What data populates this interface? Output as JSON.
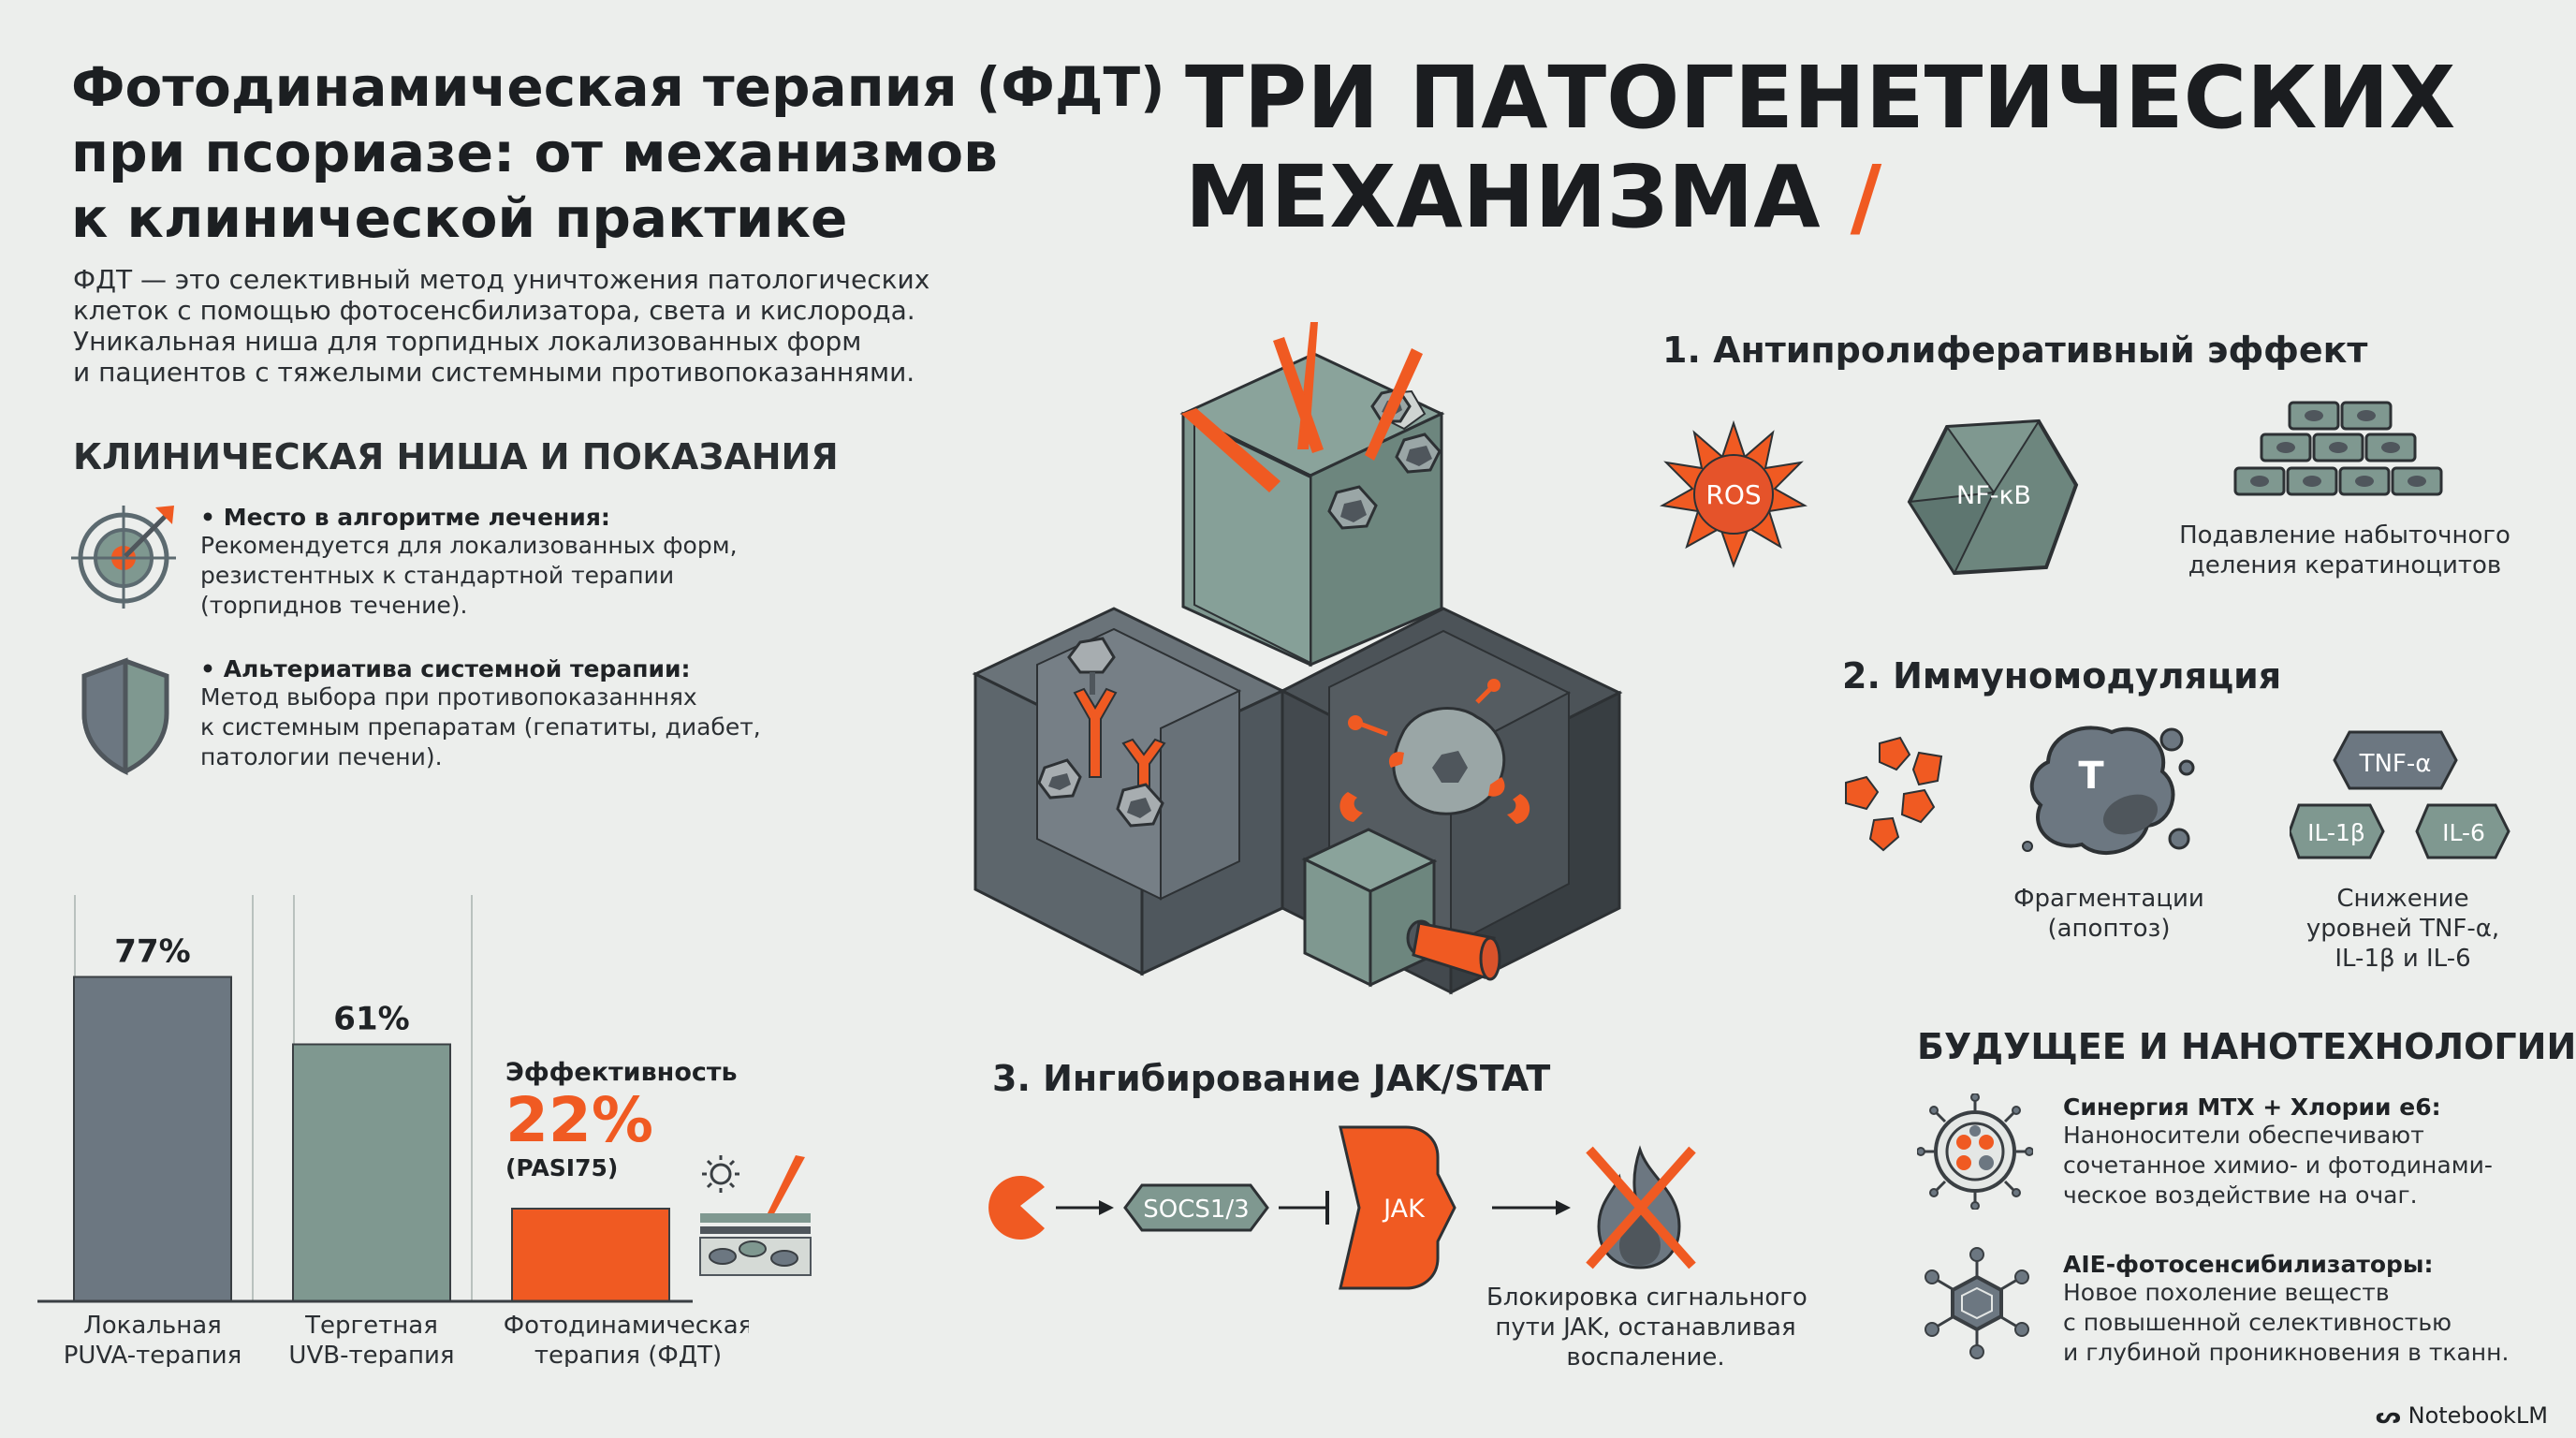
{
  "header": {
    "title_lines": [
      "Фотодинамическая терапия (ФДТ)",
      "при псориазе: от механизмов",
      "к клинической практике"
    ],
    "intro_lines": [
      "ФДТ — это селективный метод уничтожения патологических",
      "клеток с помощью фотосенсбилизатора, света и кислорода.",
      "Уникальная ниша для торпидных локализованных форм",
      "и пациентов с тяжелыми системными противопоказаннями."
    ]
  },
  "clinical": {
    "heading": "КЛИНИЧЕСКАЯ НИША И ПОКАЗАНИЯ",
    "items": [
      {
        "icon": "target-icon",
        "title": "Место в алгоритме лечения:",
        "body": [
          "Рекомендуется для локализованных форм,",
          "резистентных к стандартной терапии",
          "(торпиднов течение)."
        ]
      },
      {
        "icon": "shield-icon",
        "title": "Альтериатива системной терапии:",
        "body": [
          "Метод выбора при противопоказанннях",
          "к системным препаратам (гепатиты, диабет,",
          "патологии печени)."
        ]
      }
    ]
  },
  "chart_data": {
    "type": "bar",
    "categories": [
      "Локальная PUVA-терапия",
      "Тергетная UVB-терапия",
      "Фотодинамическая терапия (ФДТ)"
    ],
    "category_lines": [
      [
        "Локальная",
        "PUVA-терапия"
      ],
      [
        "Тергетная",
        "UVB-терапия"
      ],
      [
        "Фотодинамическая",
        "терапия (ФДТ)"
      ]
    ],
    "values": [
      77,
      61,
      22
    ],
    "value_labels": [
      "77%",
      "61%",
      ""
    ],
    "highlight": {
      "label": "Эффективность",
      "value": "22%",
      "note": "(PASI75)"
    },
    "ylim": [
      0,
      100
    ],
    "colors": [
      "#6c7781",
      "#7f9890",
      "#f05a22"
    ]
  },
  "mechanisms": {
    "big_title_lines": [
      "ТРИ ПАТОГЕНЕТИЧЕСКИХ",
      "МЕХАНИЗМА"
    ],
    "slash": "/",
    "m1": {
      "title": "1. Антипролиферативный эффект",
      "ros": "ROS",
      "nfkb": "NF-κB",
      "caption": [
        "Подавление набыточного",
        "деления кератиноцитов"
      ]
    },
    "m2": {
      "title": "2. Иммуномодуляция",
      "cell_label": "T",
      "caption_left": [
        "Фрагментации",
        "(апоптоз)"
      ],
      "cytokines": [
        "TNF-α",
        "IL-1β",
        "IL-6"
      ],
      "caption_right": [
        "Снижение",
        "уровней TNF-α,",
        "IL-1β и IL-6"
      ]
    },
    "m3": {
      "title": "3. Ингибирование JAK/STAT",
      "socs": "SOCS1/3",
      "jak": "JAK",
      "caption": [
        "Блокировка сигнального",
        "пути JAK, останавливая",
        "воспаление."
      ]
    }
  },
  "future": {
    "heading": "БУДУЩЕЕ И НАНОТЕХНОЛОГИИ",
    "items": [
      {
        "icon": "nanoparticle-icon",
        "title": "Синергия МТХ + Хлории е6:",
        "body": [
          "Наноносители обеспечивают",
          "сочетанное химио- и фотодинами-",
          "ческое воздействие на очаг."
        ]
      },
      {
        "icon": "molecule-icon",
        "title": "AIE-фотосенсибилизаторы:",
        "body": [
          "Новое похоление веществ",
          "с повышенной селективностью",
          "и глубиной проникновения в тканн."
        ]
      }
    ]
  },
  "branding": {
    "logo_text": "NotebookLM"
  },
  "colors": {
    "accent": "#f05a22",
    "dark": "#4f565c",
    "teal": "#7f9890",
    "slate": "#6c7781"
  }
}
